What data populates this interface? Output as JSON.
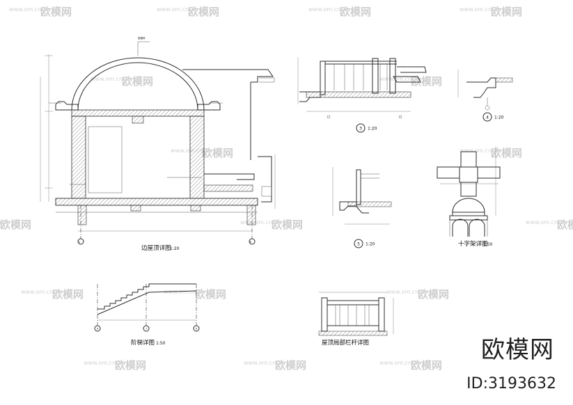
{
  "watermark": {
    "brand": "欧模网",
    "url": "www.om.cn"
  },
  "logo": {
    "brand": "欧模网",
    "id": "ID:3193632"
  },
  "drawings": {
    "main_section": {
      "title": "边屋顶详图",
      "scale": "1:20"
    },
    "stair": {
      "title": "阶梯详图",
      "scale": "1:50"
    },
    "railing": {
      "title": "屋顶局部栏杆详图"
    },
    "cross": {
      "title": "十字架详图",
      "scale": "1:50"
    },
    "detail3": {
      "marker": "3",
      "scale": "1:20"
    },
    "detail4": {
      "marker": "4",
      "scale": "1:20"
    },
    "detail5": {
      "marker": "5",
      "scale": "1:20"
    }
  },
  "axis_labels": {
    "main": [
      "A",
      "B"
    ],
    "stair": [
      "6",
      "7",
      "8"
    ]
  },
  "annotations": {
    "dome_top": "避雷带"
  }
}
